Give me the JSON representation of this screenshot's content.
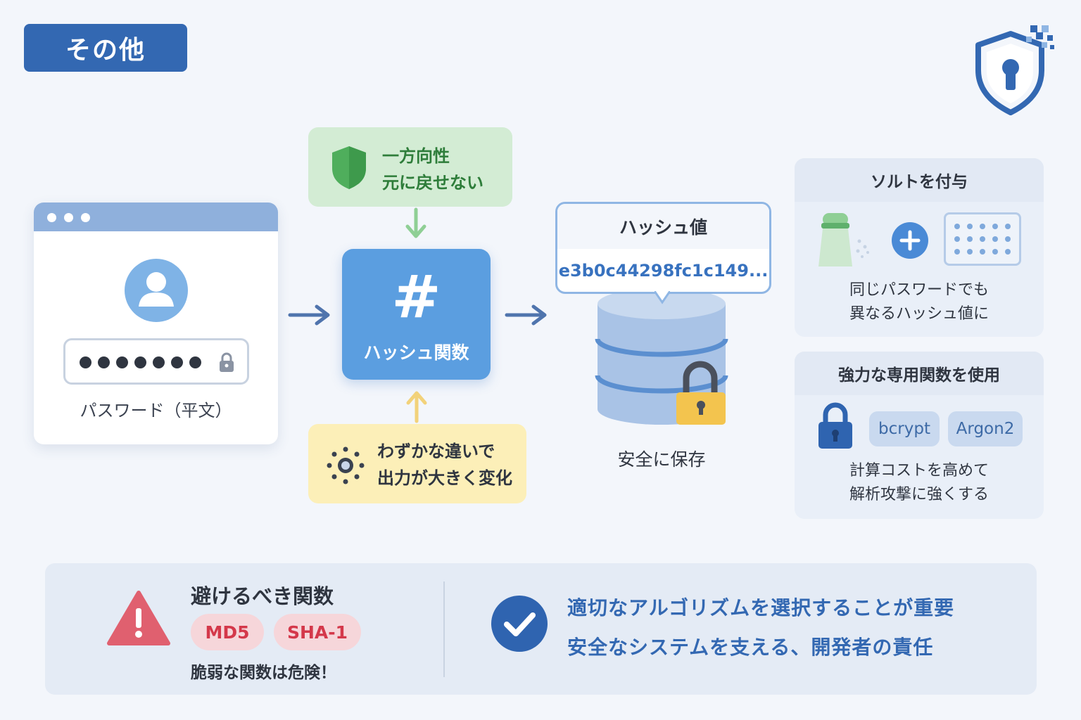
{
  "header": {
    "title": "その他"
  },
  "password_box": {
    "label": "パスワード（平文）"
  },
  "one_way_note": {
    "line1": "一方向性",
    "line2": "元に戻せない"
  },
  "hash_function": {
    "symbol": "#",
    "label": "ハッシュ関数"
  },
  "avalanche_note": {
    "line1": "わずかな違いで",
    "line2": "出力が大きく変化"
  },
  "hash_value": {
    "title": "ハッシュ値",
    "value": "e3b0c44298fc1c149..."
  },
  "storage": {
    "label": "安全に保存"
  },
  "salt_panel": {
    "title": "ソルトを付与",
    "line1": "同じパスワードでも",
    "line2": "異なるハッシュ値に"
  },
  "strong_panel": {
    "title": "強力な専用関数を使用",
    "algorithms": [
      "bcrypt",
      "Argon2"
    ],
    "line1": "計算コストを高めて",
    "line2": "解析攻撃に強くする"
  },
  "avoid": {
    "title": "避けるべき関数",
    "functions": [
      "MD5",
      "SHA-1"
    ],
    "note": "脆弱な関数は危険！"
  },
  "conclusion": {
    "line1": "適切なアルゴリズムを選択することが重要",
    "line2": "安全なシステムを支える、開発者の責任"
  },
  "colors": {
    "primary": "#3368b2",
    "hash_box": "#5b9ee0",
    "green_note": "#d3ecd4",
    "yellow_note": "#fcefb8",
    "danger": "#e0606f",
    "lock_gold": "#f3c44e"
  },
  "icons": [
    "shield-keyhole-icon",
    "user-icon",
    "lock-icon",
    "arrow-right-icon",
    "shield-icon",
    "arrow-down-icon",
    "arrow-up-icon",
    "sun-icon",
    "database-icon",
    "salt-shaker-icon",
    "plus-icon",
    "dot-grid-icon",
    "warning-icon",
    "check-icon"
  ]
}
